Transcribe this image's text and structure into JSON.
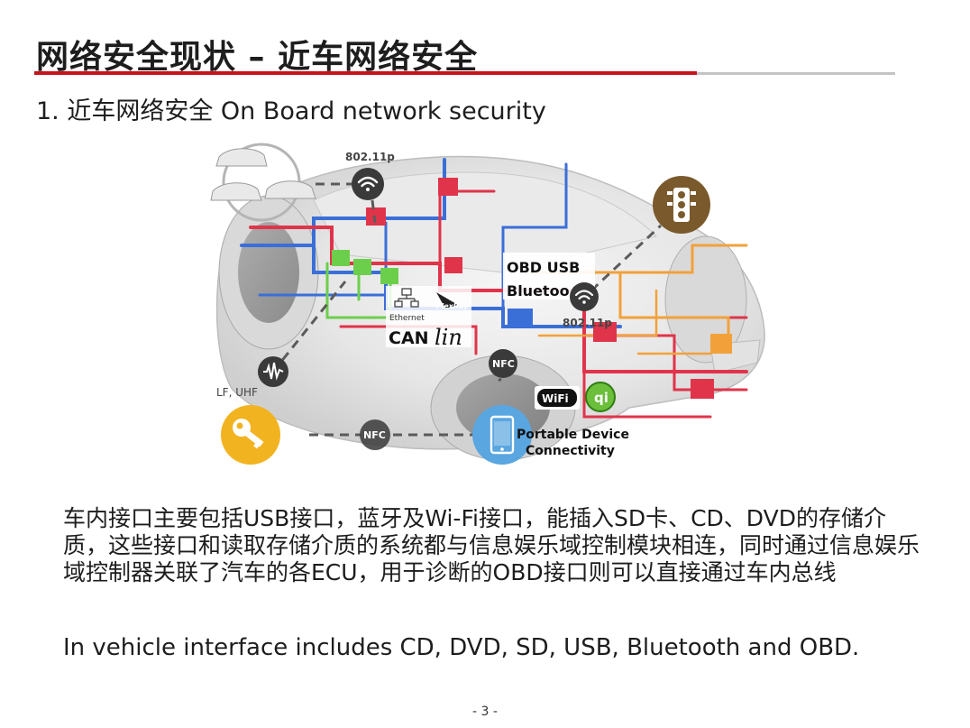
{
  "slide": {
    "title": "网络安全现状 – 近车网络安全",
    "subtitle": "1. 近车网络安全 On Board network security",
    "body_cn": "车内接口主要包括USB接口，蓝牙及Wi-Fi接口，能插入SD卡、CD、DVD的存储介质，这些接口和读取存储介质的系统都与信息娱乐域控制模块相连，同时通过信息娱乐域控制器关联了汽车的各ECU，用于诊断的OBD接口则可以直接通过车内总线",
    "body_en": "In vehicle interface includes CD, DVD, SD, USB, Bluetooth and OBD.",
    "page_number": "- 3 -"
  },
  "diagram": {
    "label_80211p_top": "802.11p",
    "label_80211p_mid": "802.11p",
    "label_obd_usb": "OBD USB",
    "label_bluetooth": "Bluetoo",
    "label_ethernet": "Ethernet",
    "label_flexray": "FlexRay",
    "label_can": "CAN",
    "label_lin": "lin",
    "label_lf_uhf": "LF, UHF",
    "label_nfc_center": "NFC",
    "label_nfc_bottom": "NFC",
    "label_wifi": "WiFi",
    "label_portable_1": "Portable Device",
    "label_portable_2": "Connectivity",
    "colors": {
      "wifi_circle": "#3a3a3a",
      "traffic_circle": "#7a5a2c",
      "key_circle": "#f2b320",
      "phone_circle": "#5aa6e0",
      "bus_blue": "#3b6fd8",
      "bus_red": "#e0344a",
      "bus_orange": "#f2a13a",
      "bus_green": "#6ccf4c",
      "title_red": "#c8121c"
    },
    "icons": [
      "wifi-icon",
      "traffic-light-icon",
      "key-icon",
      "smartphone-icon",
      "nfc-icon",
      "waveform-icon",
      "qi-charging-icon",
      "ethernet-icon",
      "cars-cluster-icon"
    ]
  }
}
